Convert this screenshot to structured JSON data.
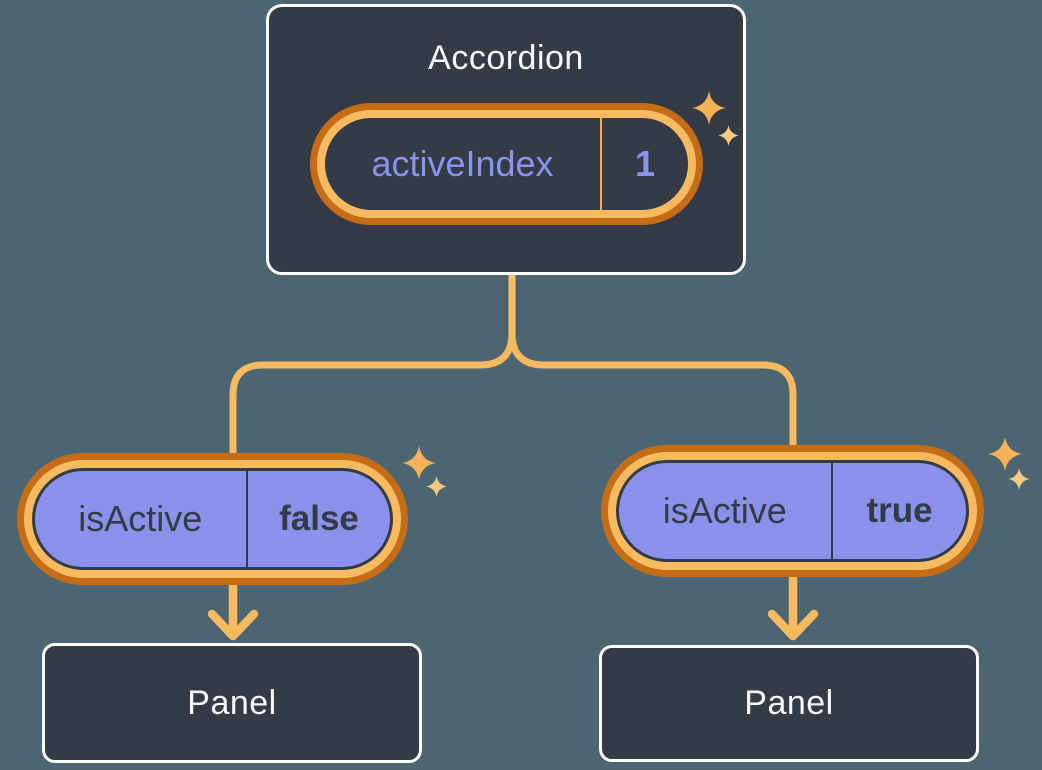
{
  "diagram": {
    "title_hint": "Accordion state lifted up, passed to children as isActive prop"
  },
  "colors": {
    "background": "#4B6670",
    "box_fill": "#343A46",
    "box_border": "#FFFFFF",
    "connector_orange": "#F7BA61",
    "ring_light_orange": "#F7BA61",
    "ring_dark_orange": "#C56C17",
    "prop_pill_fill": "#8A91EA",
    "state_text_purple": "#8B93EE",
    "dark_text": "#343A46",
    "light_text": "#F6F7F9",
    "sparkle_large": "#F6B159",
    "sparkle_small": "#F9CA83"
  },
  "accordion": {
    "title": "Accordion",
    "state": {
      "name": "activeIndex",
      "value": "1"
    }
  },
  "children": [
    {
      "prop": {
        "name": "isActive",
        "value": "false"
      },
      "panel": {
        "label": "Panel"
      }
    },
    {
      "prop": {
        "name": "isActive",
        "value": "true"
      },
      "panel": {
        "label": "Panel"
      }
    }
  ],
  "icons": {
    "sparkle": "four-point star glyph (✦), orange"
  }
}
